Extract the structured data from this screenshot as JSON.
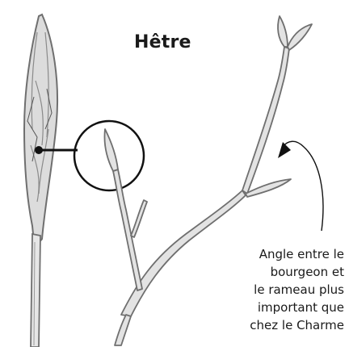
{
  "diagram": {
    "title": "Hêtre",
    "caption_lines": [
      "Angle entre le",
      "bourgeon et",
      "le rameau plus",
      "important que",
      "chez le Charme"
    ],
    "colors": {
      "ink": "#1a1a1a",
      "sketch": "#7a7a7a",
      "sketch_fill": "#d9d9d9",
      "background": "#ffffff"
    }
  }
}
